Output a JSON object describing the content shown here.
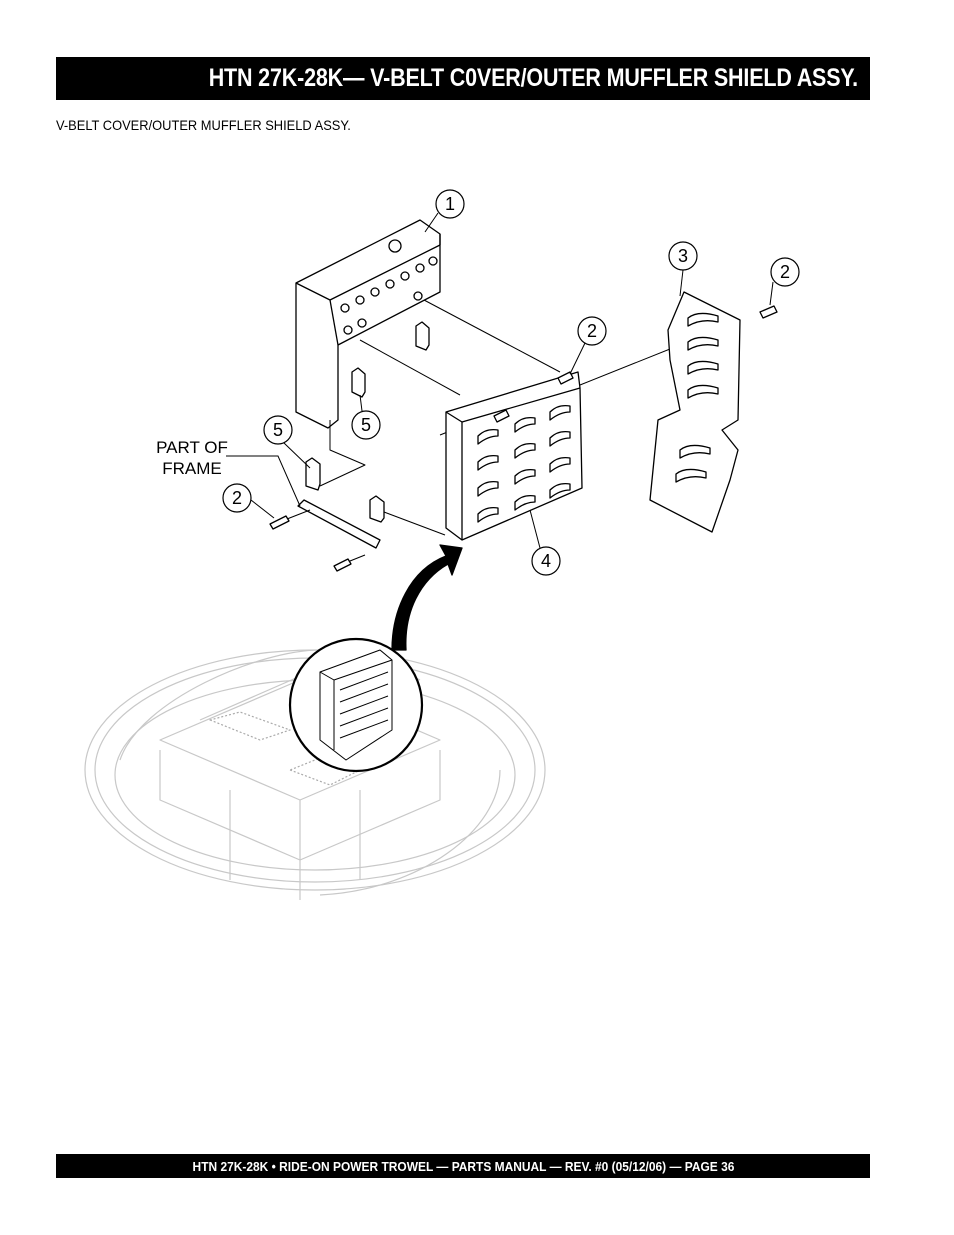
{
  "header": {
    "title": "HTN 27K-28K— V-BELT C0VER/OUTER MUFFLER SHIELD ASSY."
  },
  "subtitle": "V-BELT COVER/OUTER MUFFLER SHIELD ASSY.",
  "callouts": {
    "c1": "1",
    "c2a": "2",
    "c3": "3",
    "c2b": "2",
    "c5a": "5",
    "c5b": "5",
    "c2c": "2",
    "c4": "4"
  },
  "frame_label": {
    "line1": "PART OF",
    "line2": "FRAME"
  },
  "footer": {
    "text": "HTN 27K-28K  • RIDE-ON POWER TROWEL —  PARTS MANUAL — REV. #0 (05/12/06) — PAGE 36"
  }
}
